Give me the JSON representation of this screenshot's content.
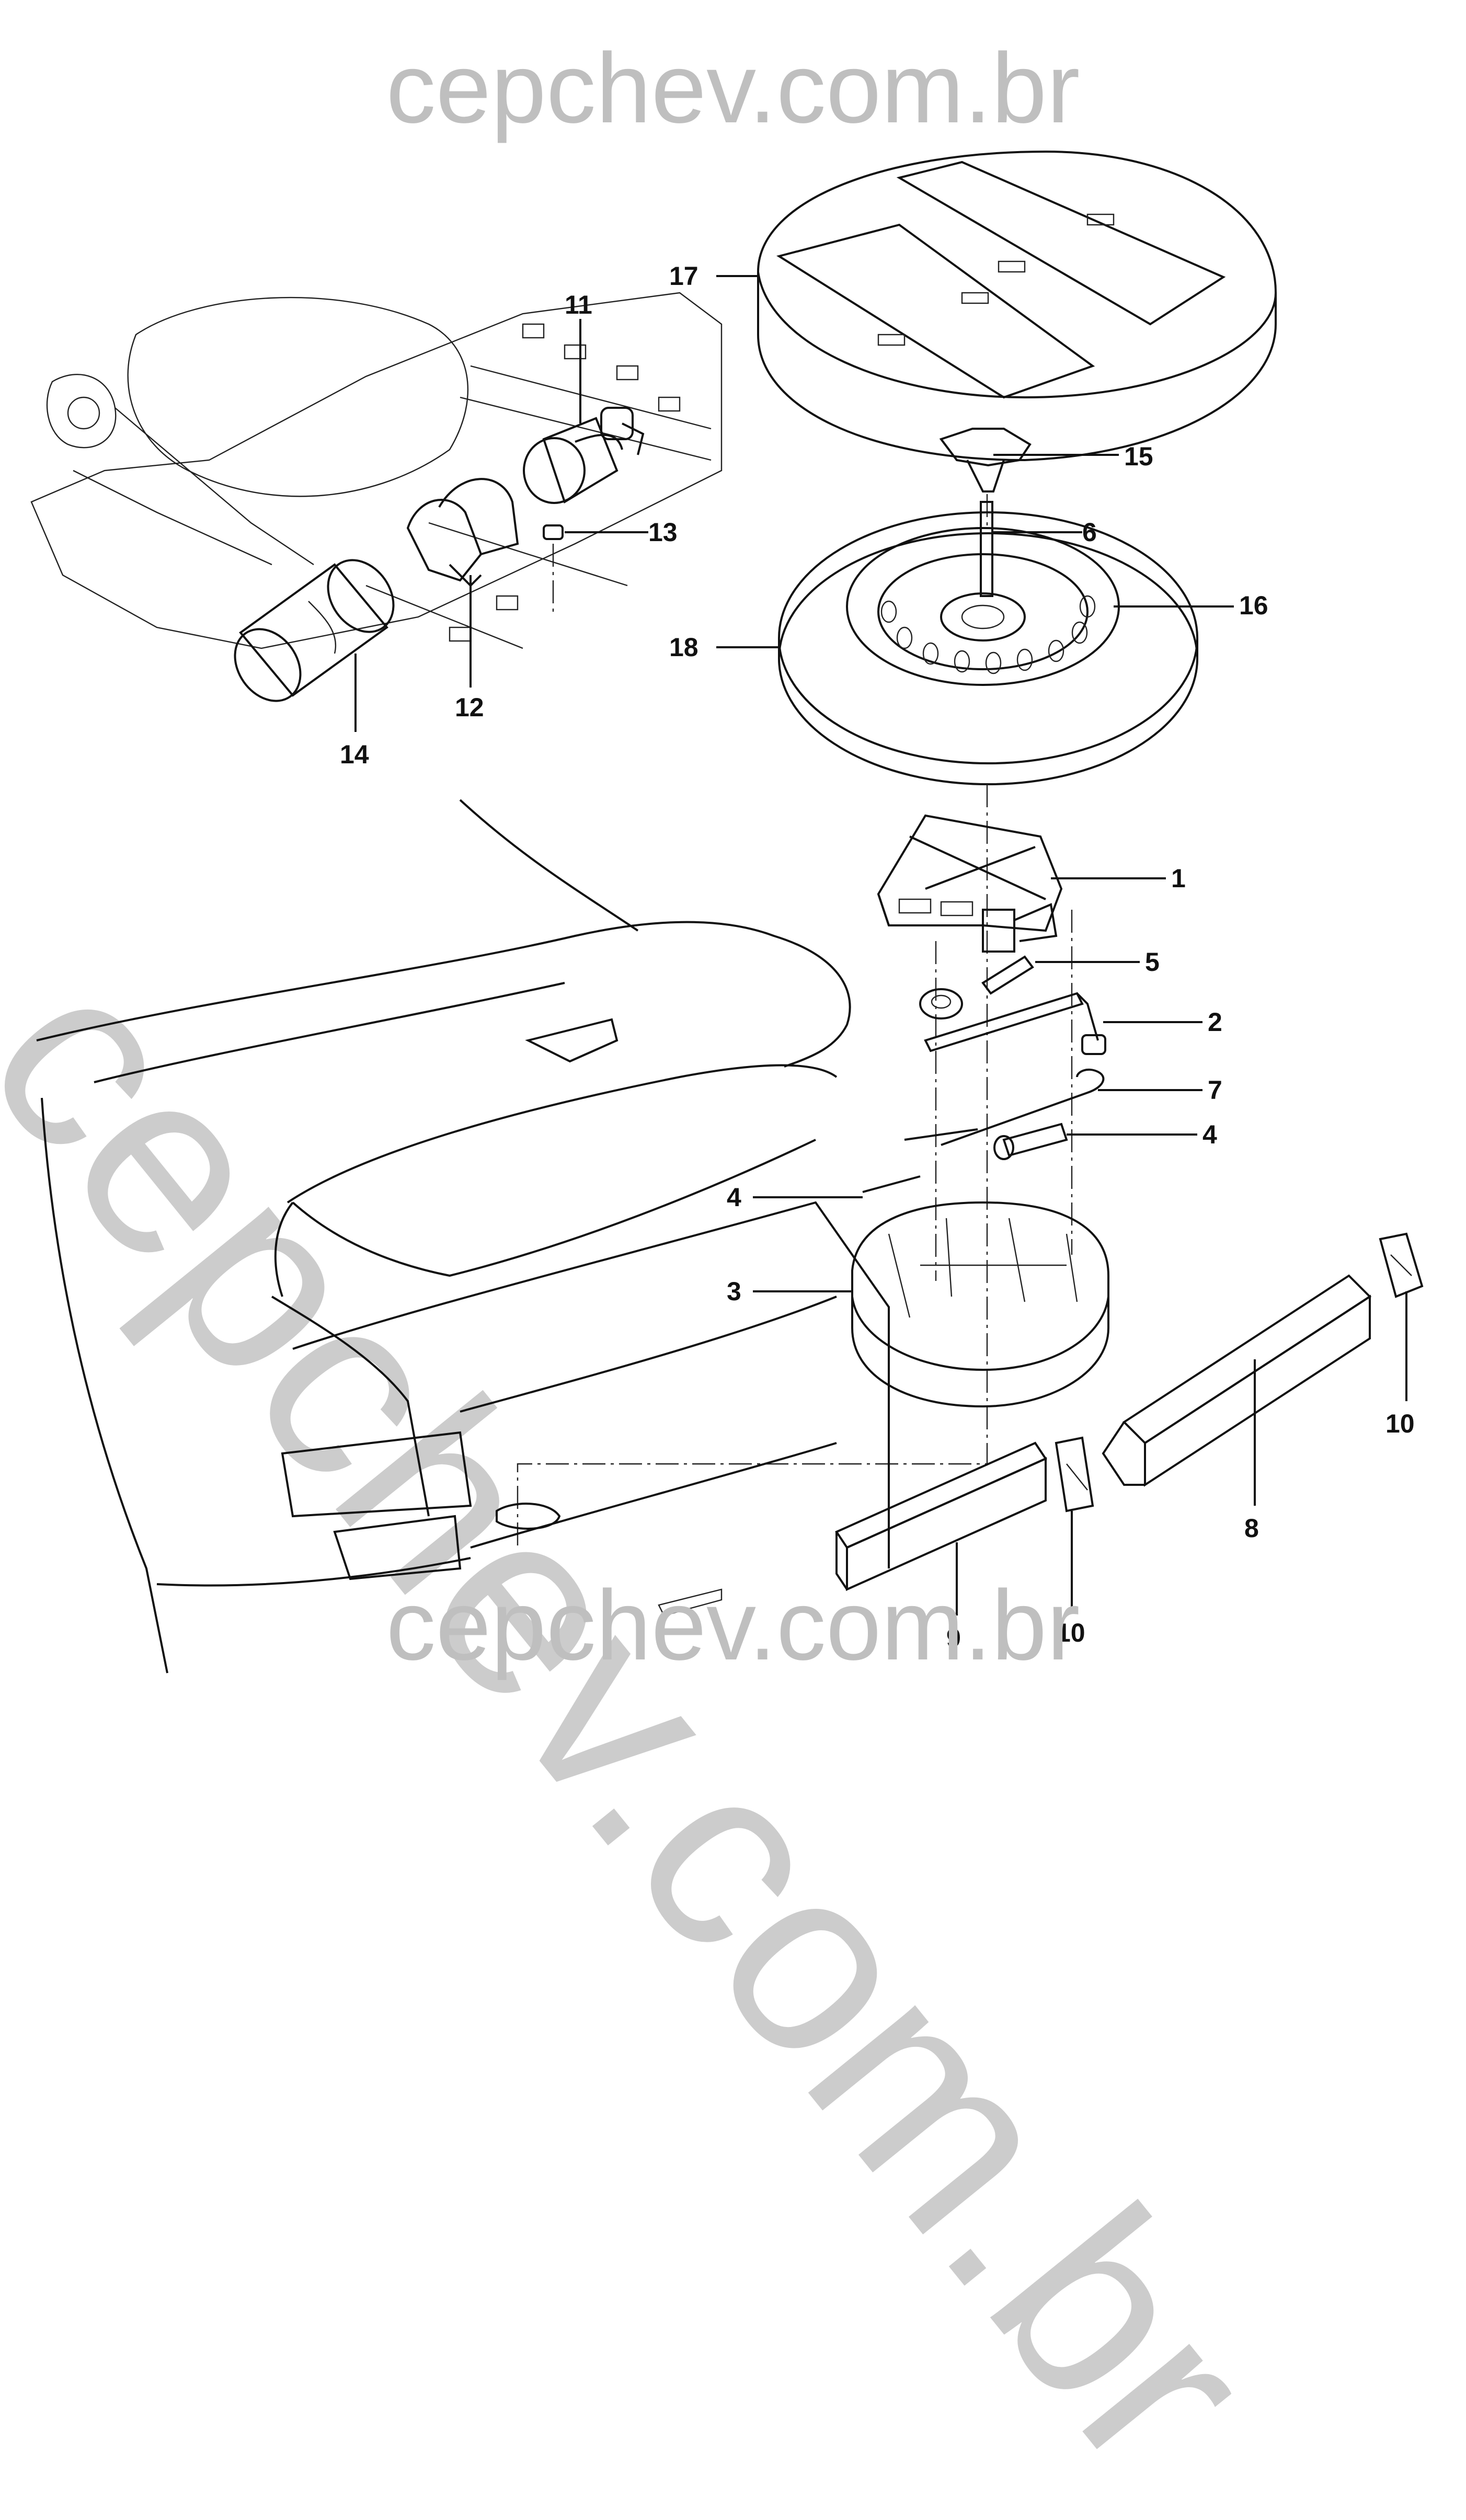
{
  "watermarks": {
    "top": "cepchev.com.br",
    "diagonal": "cepchev.com.br",
    "bottom": "cepchev.com.br"
  },
  "callouts": [
    "17",
    "11",
    "15",
    "13",
    "6",
    "16",
    "18",
    "12",
    "14",
    "1",
    "5",
    "2",
    "7",
    "4",
    "4",
    "3",
    "10",
    "8",
    "10",
    "9"
  ],
  "colors": {
    "line": "#111111",
    "watermark": "#bfbfbf",
    "background": "#ffffff"
  }
}
